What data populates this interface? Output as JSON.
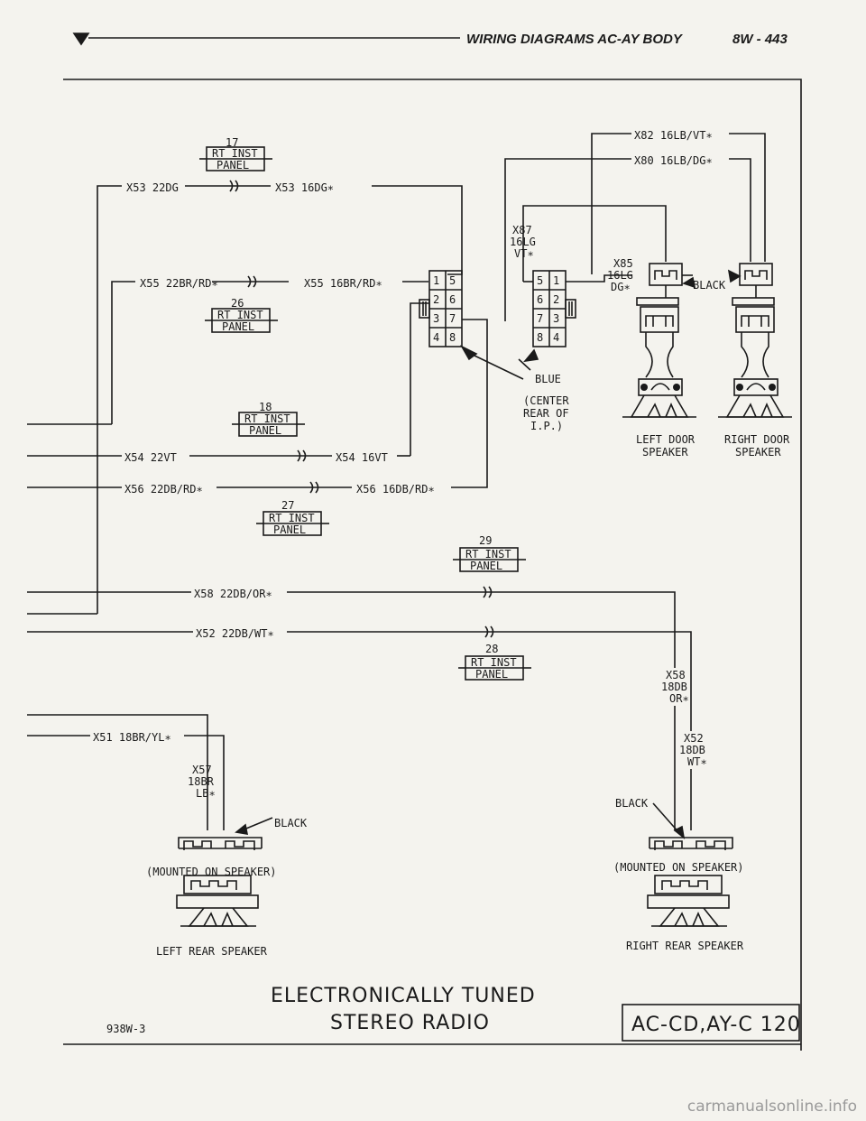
{
  "header": {
    "title": "WIRING DIAGRAMS AC-AY BODY",
    "page": "8W - 443"
  },
  "splices": {
    "s17": "17",
    "s26": "26",
    "s18": "18",
    "s27": "27",
    "s29": "29",
    "s28": "28",
    "label": "RT INST",
    "label2": "PANEL"
  },
  "wires": {
    "x53a": "X53 22DG",
    "x53b": "X53 16DG∗",
    "x55a": "X55 22BR/RD∗",
    "x55b": "X55 16BR/RD∗",
    "x54a": "X54 22VT",
    "x54b": "X54 16VT",
    "x56a": "X56 22DB/RD∗",
    "x56b": "X56 16DB/RD∗",
    "x58": "X58 22DB/OR∗",
    "x52": "X52 22DB/WT∗",
    "x51": "X51 18BR/YL∗",
    "x82": "X82 16LB/VT∗",
    "x80": "X80 16LB/DG∗",
    "x87": [
      "X87",
      "16LG",
      "VT∗"
    ],
    "x85": [
      "X85",
      "16LG",
      "DG∗"
    ],
    "x58v": [
      "X58",
      "18DB",
      "OR∗"
    ],
    "x52v": [
      "X52",
      "18DB",
      "WT∗"
    ],
    "x57v": [
      "X57",
      "18BR",
      "LB∗"
    ]
  },
  "connector_pins": {
    "left": [
      "1",
      "5",
      "2",
      "6",
      "3",
      "7",
      "4",
      "8"
    ],
    "right": [
      "5",
      "1",
      "6",
      "2",
      "7",
      "3",
      "8",
      "4"
    ]
  },
  "labels": {
    "blue": "BLUE",
    "center1": "(CENTER",
    "center2": "REAR OF",
    "center3": "I.P.)",
    "black1": "BLACK",
    "black2": "BLACK",
    "black3": "BLACK",
    "left_door1": "LEFT DOOR",
    "left_door2": "SPEAKER",
    "right_door1": "RIGHT DOOR",
    "right_door2": "SPEAKER",
    "mounted_l": "(MOUNTED ON SPEAKER)",
    "mounted_r": "(MOUNTED ON SPEAKER)",
    "left_rear": "LEFT REAR SPEAKER",
    "right_rear": "RIGHT REAR SPEAKER"
  },
  "footer": {
    "title1": "ELECTRONICALLY TUNED",
    "title2": "STEREO RADIO",
    "code": "938W-3",
    "ref": "AC-CD,AY-C 120"
  },
  "watermark": "carmanualsonline.info"
}
